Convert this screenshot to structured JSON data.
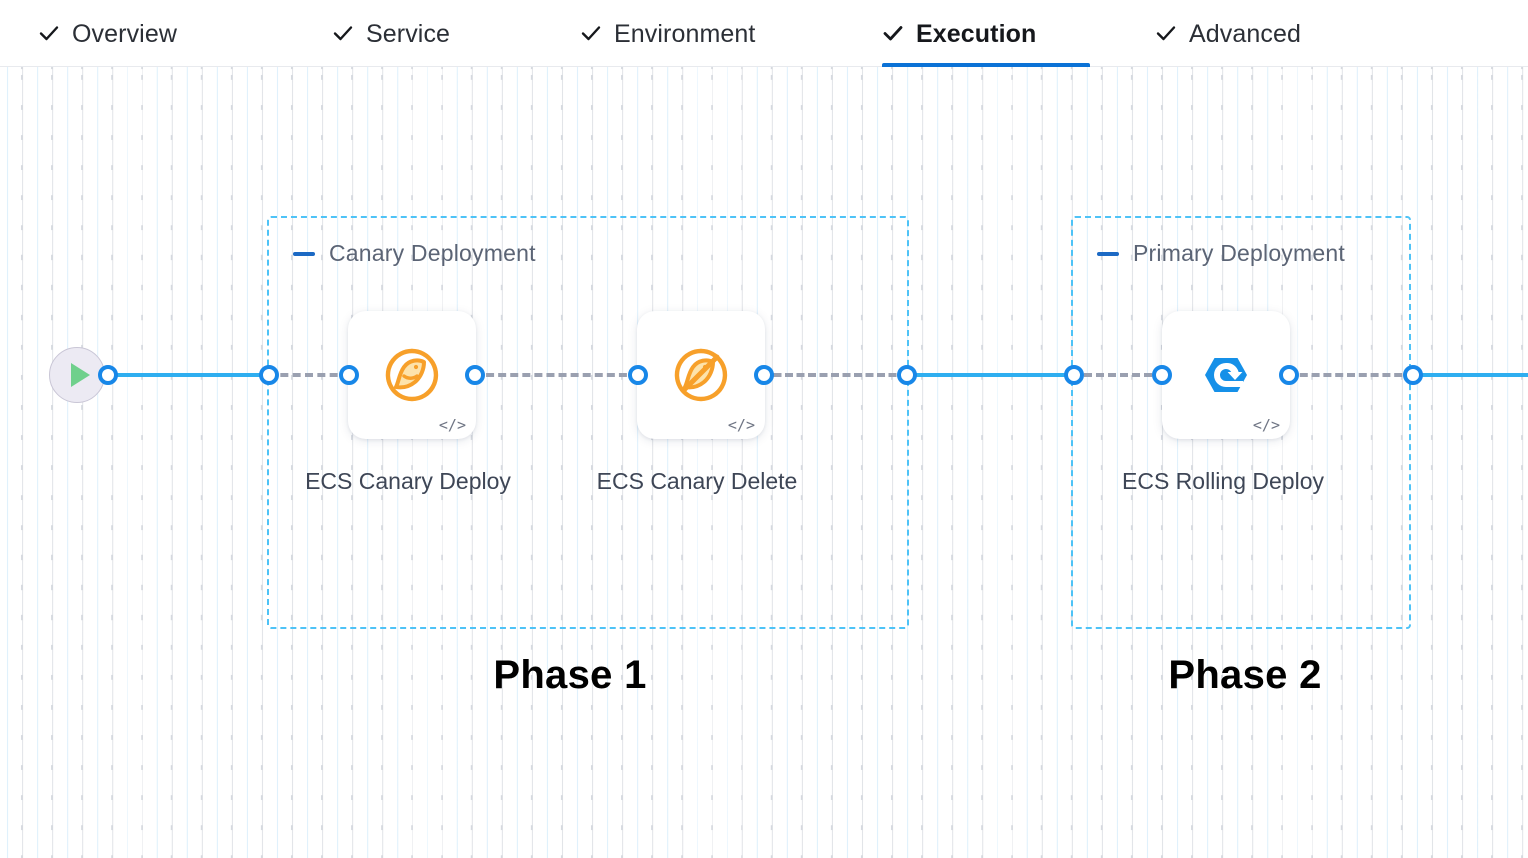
{
  "tabs": [
    {
      "label": "Overview",
      "icon": "check-icon",
      "active": false
    },
    {
      "label": "Service",
      "icon": "check-icon",
      "active": false
    },
    {
      "label": "Environment",
      "icon": "check-icon",
      "active": false
    },
    {
      "label": "Execution",
      "icon": "check-icon",
      "active": true
    },
    {
      "label": "Advanced",
      "icon": "check-icon",
      "active": false
    }
  ],
  "canvas": {
    "start_node": {
      "icon": "play-icon",
      "name": "pipeline-start"
    },
    "groups": [
      {
        "id": "canary",
        "title": "Canary Deployment",
        "collapse_icon": "minus-icon"
      },
      {
        "id": "primary",
        "title": "Primary Deployment",
        "collapse_icon": "minus-icon"
      }
    ],
    "nodes": [
      {
        "id": "ecs-canary-deploy",
        "label": "ECS Canary Deploy",
        "icon": "canary-bird-icon",
        "code_icon": "code-icon"
      },
      {
        "id": "ecs-canary-delete",
        "label": "ECS Canary Delete",
        "icon": "canary-bird-delete-icon",
        "code_icon": "code-icon"
      },
      {
        "id": "ecs-rolling-deploy",
        "label": "ECS Rolling Deploy",
        "icon": "rolling-deploy-icon",
        "code_icon": "code-icon"
      }
    ],
    "annotations": [
      {
        "id": "phase-1",
        "text": "Phase 1"
      },
      {
        "id": "phase-2",
        "text": "Phase 2"
      }
    ]
  },
  "colors": {
    "active_tab_underline": "#0b72d6",
    "group_border": "#4ec3f7",
    "edge_solid": "#2eaef0",
    "edge_dashed": "#9aa0b0",
    "port_ring": "#1887e8",
    "canary_icon": "#f7a02a",
    "rolling_icon": "#1590e8",
    "play_icon": "#6fd08c"
  }
}
